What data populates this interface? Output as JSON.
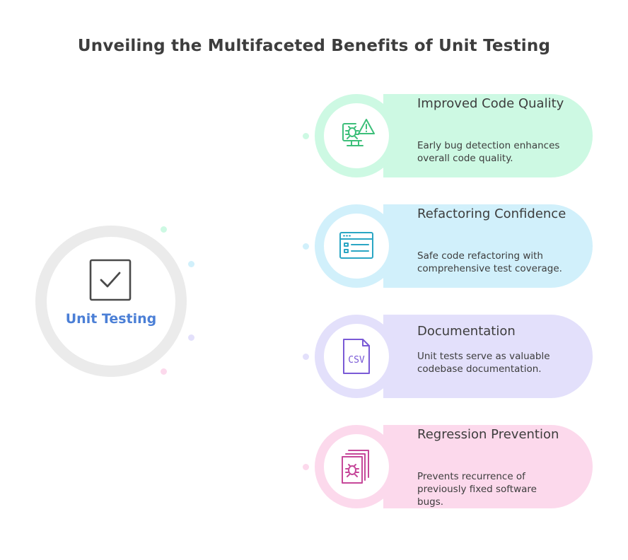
{
  "title": "Unveiling the Multifaceted Benefits of Unit Testing",
  "hub": {
    "label": "Unit Testing",
    "icon": "checkbox-check-icon",
    "label_color": "#4b7fd6",
    "ring_color": "#ebebeb"
  },
  "benefits": [
    {
      "heading": "Improved Code Quality",
      "description": "Early bug detection enhances overall code quality.",
      "icon": "bug-monitor-warning-icon",
      "fill_color": "#cdf9e3",
      "ring_color": "#cdf9e3",
      "icon_color": "#3dbf7a"
    },
    {
      "heading": "Refactoring Confidence",
      "description": "Safe code refactoring with comprehensive test coverage.",
      "icon": "browser-window-icon",
      "fill_color": "#d1f0fb",
      "ring_color": "#d1f0fb",
      "icon_color": "#2aa6c4"
    },
    {
      "heading": "Documentation",
      "description": "Unit tests serve as valuable codebase documentation.",
      "icon": "csv-file-icon",
      "fill_color": "#e3e0fb",
      "ring_color": "#e3e0fb",
      "icon_color": "#7a5ad6"
    },
    {
      "heading": "Regression Prevention",
      "description": "Prevents recurrence of previously fixed software bugs.",
      "icon": "bug-documents-icon",
      "fill_color": "#fcd9ec",
      "ring_color": "#fcd9ec",
      "icon_color": "#c6489a"
    }
  ],
  "decor_dots": [
    "#cdf9e3",
    "#d1f0fb",
    "#e3e0fb",
    "#fcd9ec"
  ]
}
